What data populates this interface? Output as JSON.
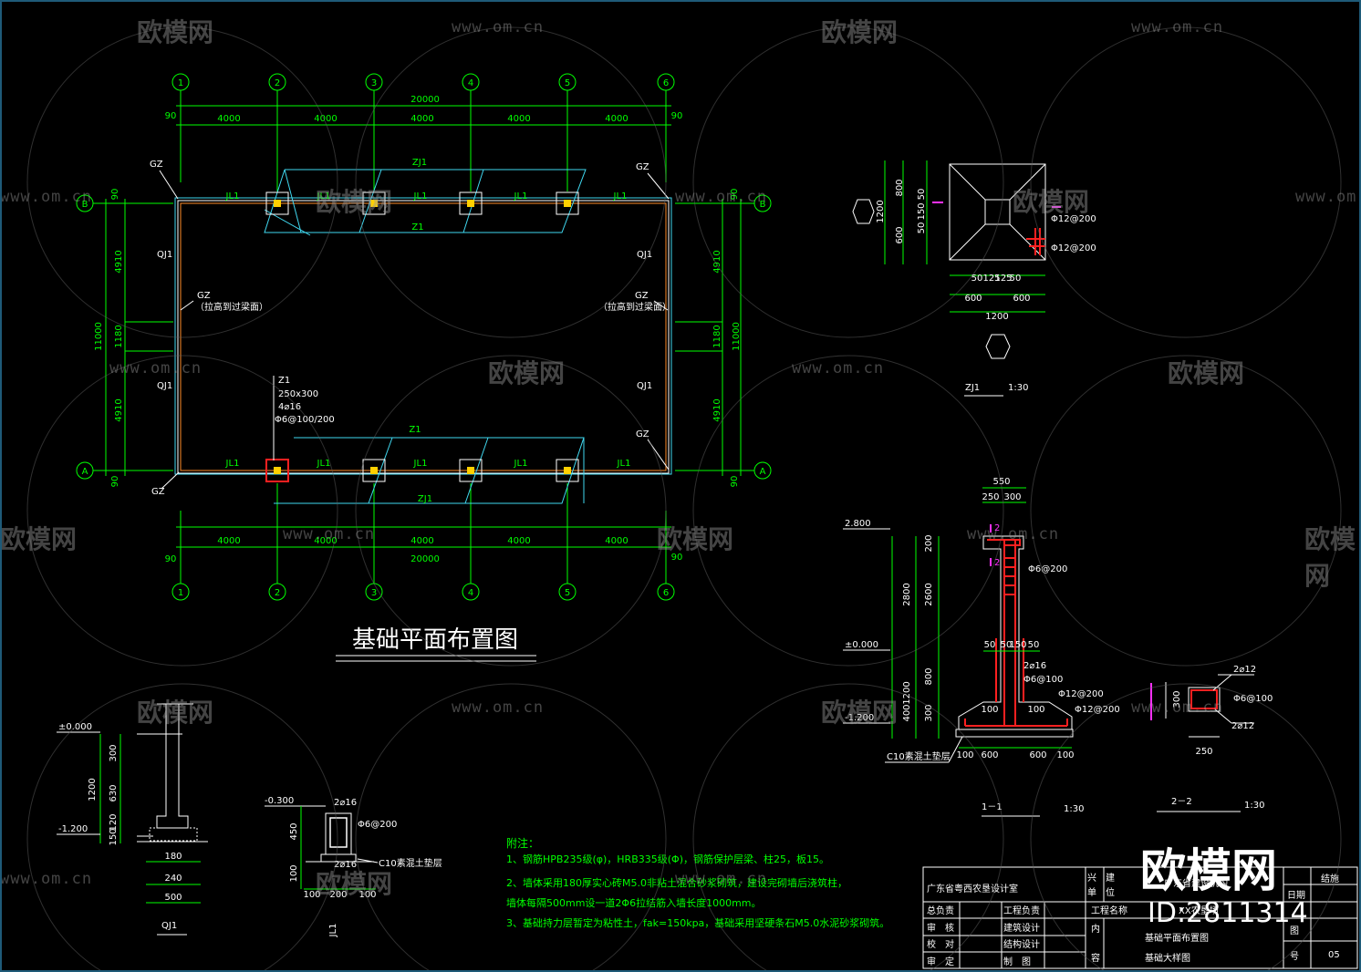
{
  "plan": {
    "title": "基础平面布置图",
    "axes_x": [
      "1",
      "2",
      "3",
      "4",
      "5",
      "6"
    ],
    "axes_y": [
      "A",
      "B"
    ],
    "bay_dims": [
      "4000",
      "4000",
      "4000",
      "4000",
      "4000"
    ],
    "overall_dim": "20000",
    "edge_dim": "90",
    "side_dims": [
      "90",
      "4910",
      "1180",
      "4910",
      "90"
    ],
    "side_total": "11000",
    "labels": {
      "gz": "GZ",
      "gz_note": "（拉高到过梁面）",
      "zj1": "ZJ1",
      "z1": "Z1",
      "jl1": "JL1",
      "qj1": "QJ1"
    },
    "column_note": [
      "Z1",
      "250x300",
      "4⌀16",
      "Φ6@100/200"
    ]
  },
  "zj1": {
    "title": "ZJ1",
    "scale": "1:30",
    "left_dims": [
      "800",
      "600",
      "1200"
    ],
    "small_dims": [
      "50",
      "150",
      "50"
    ],
    "rebar": [
      "Φ12@200",
      "Φ12@200"
    ],
    "bottom_dims": [
      "50",
      "125",
      "125",
      "50"
    ],
    "width_dims": [
      "600",
      "600"
    ],
    "total_width": "1200"
  },
  "sec11": {
    "title": "1－1",
    "scale": "1:30",
    "top_dims": [
      "550",
      "250",
      "300"
    ],
    "levels": [
      "2.800",
      "±0.000",
      "-1.200"
    ],
    "dims_a": [
      "200",
      "2600",
      "2800"
    ],
    "dims_b": [
      "800",
      "1200",
      "400",
      "300"
    ],
    "col_dims": [
      "50",
      "50",
      "150",
      "50"
    ],
    "marks": [
      "2",
      "2"
    ],
    "rebar": [
      "Φ6@200",
      "2⌀16",
      "Φ6@100",
      "Φ12@200",
      "Φ12@200"
    ],
    "base_note": "C10素混土垫层",
    "bottom_dims": [
      "100",
      "600",
      "600",
      "100"
    ],
    "pad_dims": [
      "100",
      "100"
    ]
  },
  "sec22": {
    "title": "2－2",
    "scale": "1:30",
    "rebar": [
      "2⌀12",
      "Φ6@100",
      "2⌀12"
    ],
    "dims": [
      "300",
      "250"
    ]
  },
  "qj1": {
    "title": "QJ1",
    "levels": [
      "±0.000",
      "-1.200"
    ],
    "dims": [
      "300",
      "630",
      "1200",
      "120",
      "150"
    ],
    "bottom_dims": [
      "180",
      "240",
      "500"
    ]
  },
  "jl1": {
    "title": "JL1",
    "level": "-0.300",
    "rebar": [
      "2⌀16",
      "Φ6@200",
      "2⌀16"
    ],
    "note": "C10素混土垫层",
    "dims": [
      "450",
      "100",
      "100",
      "200",
      "100"
    ]
  },
  "notes": {
    "heading": "附注：",
    "lines": [
      "1、钢筋HPB235级(φ)，HRB335级(Φ)，钢筋保护层梁、柱25，板15。",
      "2、墙体采用180厚实心砖M5.0非粘土混合砂浆砌筑，建设完砌墙后浇筑柱，",
      "墙体每隔500mm设一道2Φ6拉结筋入墙长度1000mm。",
      "3、基础持力层暂定为粘性土，fak=150kpa，基础采用坚硬条石M5.0水泥砂浆砌筑。"
    ]
  },
  "titleblock": {
    "org": "广东省粤西农垦设计室",
    "build_unit_label": [
      "兴　建",
      "单　位"
    ],
    "build_unit_value": "广东省建设机构",
    "roles_left": [
      "总负责",
      "审　核",
      "校　对",
      "审　定"
    ],
    "roles_mid": [
      "工程负责",
      "建筑设计",
      "结构设计",
      "制　图"
    ],
    "project_label": "工程名称",
    "project_value": "XX农垦场",
    "content_label": [
      "内",
      "容"
    ],
    "content": [
      "基础平面布置图",
      "基础大样图"
    ],
    "right_labels": [
      "结施",
      "日期",
      "图",
      "号"
    ],
    "sheet_no": "05"
  },
  "watermark": {
    "brand": "欧模网",
    "url": "www.om.cn",
    "id": "ID:2811314"
  },
  "colors": {
    "background": "#000000",
    "green": "#00ff00",
    "cyan": "#40d8f0",
    "red": "#ff2020",
    "magenta": "#ff30ff",
    "white": "#ffffff",
    "orange": "#ff8c28"
  }
}
